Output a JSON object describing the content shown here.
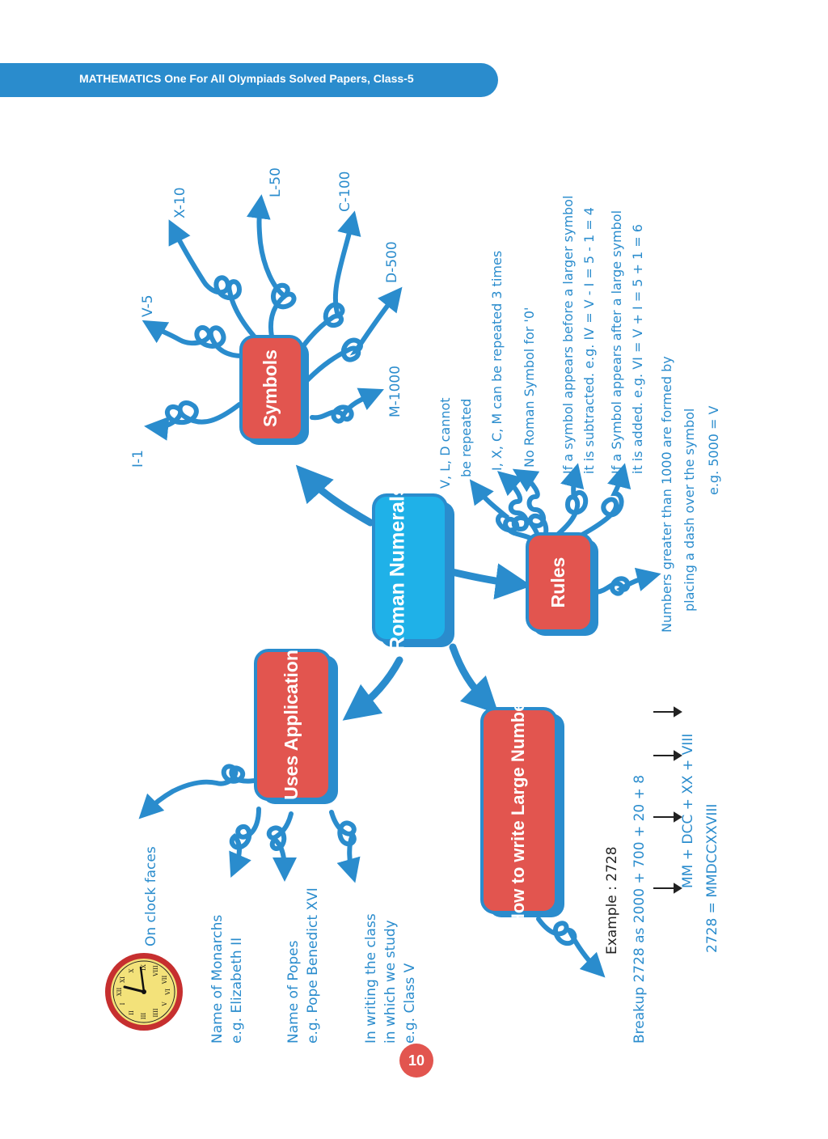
{
  "header": {
    "title": "MATHEMATICS One For All Olympiads Solved Papers, Class-5"
  },
  "page_number": "10",
  "colors": {
    "blue": "#2a8ccd",
    "red": "#e2554f",
    "cyan": "#1fb1e8",
    "dark": "#222222"
  },
  "nodes": {
    "center": "Roman Numerals",
    "symbols": "Symbols",
    "rules": "Rules",
    "uses": "Uses Application",
    "large": "How to write Large Number"
  },
  "symbols": {
    "i1": "I-1",
    "v5": "V-5",
    "x10": "X-10",
    "l50": "L-50",
    "c100": "C-100",
    "d500": "D-500",
    "m1000": "M-1000"
  },
  "rules": {
    "r1a": "V, L, D cannot",
    "r1b": "be repeated",
    "r2": "I, X, C, M can be repeated 3 times",
    "r3": "No Roman Symbol for '0'",
    "r4a": "If a symbol appears before a larger symbol",
    "r4b": "it is subtracted.  e.g. IV = V - I = 5 - 1 = 4",
    "r5a": "If a Symbol appears after a large symbol",
    "r5b": "it is added.  e.g. VI = V + I = 5 + 1 = 6",
    "r6a": "Numbers greater than 1000 are formed by",
    "r6b": "placing a dash over the symbol",
    "r6c": "e.g. 5000 = V"
  },
  "uses": {
    "clock": "On clock faces",
    "monarch_a": "Name of Monarchs",
    "monarch_b": "e.g. Elizabeth II",
    "popes_a": "Name of Popes",
    "popes_b": "e.g. Pope Benedict XVI",
    "class_a": "In writing the class",
    "class_b": "in which we study",
    "class_c": "e.g. Class V"
  },
  "large": {
    "example": "Example : 2728",
    "breakup": "Breakup 2728 as 2000 + 700 + 20 + 8",
    "roman_parts": "MM  + DCC + XX + VIII",
    "result": "2728 = MMDCCXXVIII"
  },
  "clock_numerals": [
    "XII",
    "I",
    "II",
    "III",
    "IIII",
    "V",
    "VI",
    "VII",
    "VIII",
    "IX",
    "X",
    "XI"
  ]
}
